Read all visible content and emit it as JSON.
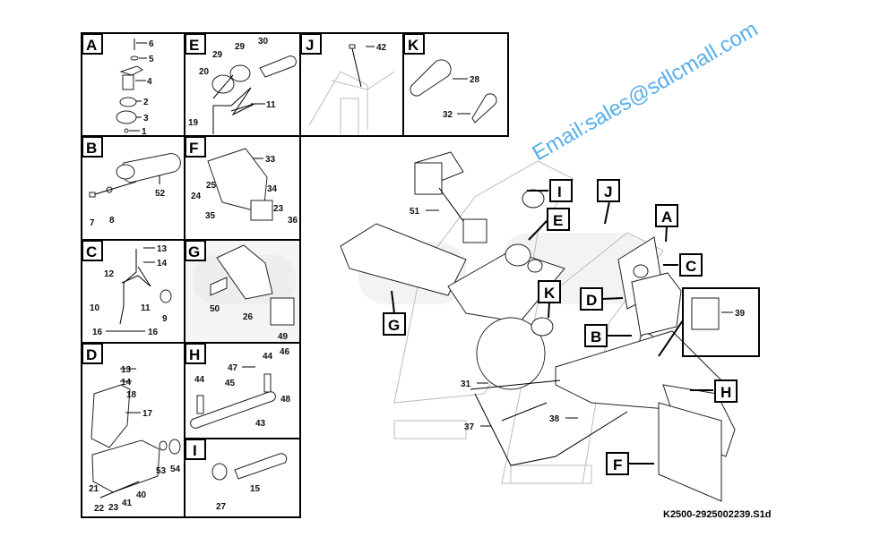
{
  "panels": {
    "A": {
      "label": "A",
      "parts": [
        "6",
        "5",
        "4",
        "2",
        "3",
        "1"
      ]
    },
    "B": {
      "label": "B",
      "parts": [
        "52",
        "7",
        "8"
      ]
    },
    "C": {
      "label": "C",
      "parts": [
        "13",
        "14",
        "12",
        "10",
        "11",
        "9",
        "16",
        "16"
      ]
    },
    "D": {
      "label": "D",
      "parts": [
        "13",
        "14",
        "18",
        "17",
        "53",
        "54",
        "21",
        "22",
        "23",
        "41",
        "40"
      ]
    },
    "E": {
      "label": "E",
      "parts": [
        "29",
        "29",
        "30",
        "20",
        "19",
        "11"
      ]
    },
    "F": {
      "label": "F",
      "parts": [
        "33",
        "34",
        "25",
        "24",
        "35",
        "23",
        "36"
      ]
    },
    "G": {
      "label": "G",
      "parts": [
        "50",
        "26",
        "49"
      ]
    },
    "H": {
      "label": "H",
      "parts": [
        "44",
        "46",
        "47",
        "45",
        "44",
        "48",
        "43"
      ]
    },
    "I": {
      "label": "I",
      "parts": [
        "15",
        "27"
      ]
    },
    "J": {
      "label": "J",
      "parts": [
        "42"
      ]
    },
    "K": {
      "label": "K",
      "parts": [
        "28",
        "32"
      ]
    }
  },
  "main": {
    "callouts": [
      "I",
      "J",
      "E",
      "A",
      "C",
      "K",
      "D",
      "B",
      "G",
      "H",
      "F"
    ],
    "parts": [
      "51",
      "31",
      "37",
      "38",
      "39"
    ]
  },
  "watermark": "Email:sales@sdlcmall.com",
  "caption": "K2500-2925002239.S1d"
}
